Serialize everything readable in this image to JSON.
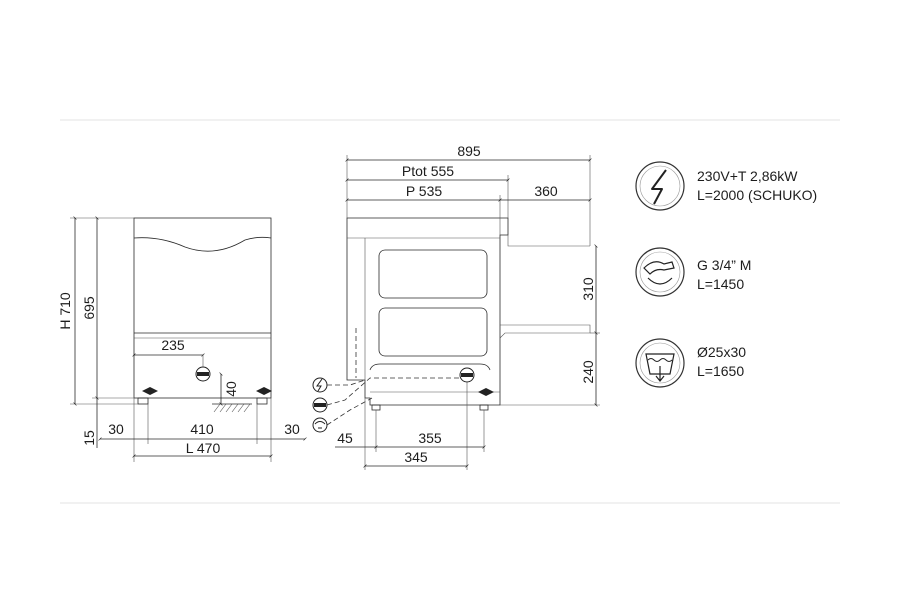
{
  "front_view": {
    "overall_height": "H 710",
    "body_height": "695",
    "foot_height": "15",
    "drain_offset": "235",
    "drain_height": "40",
    "left_margin": "30",
    "inner_width": "410",
    "right_margin": "30",
    "overall_width": "L 470"
  },
  "side_view": {
    "total_depth": "895",
    "total_depth_door": "Ptot 555",
    "depth": "P 535",
    "door_open": "360",
    "door_height": "310",
    "base_height": "240",
    "offset_left": "45",
    "inner_depth": "355",
    "base_depth": "345"
  },
  "connections": [
    {
      "icon": "electric-plug-icon",
      "line1": "230V+T 2,86kW",
      "line2": "L=2000 (SCHUKO)"
    },
    {
      "icon": "water-tap-icon",
      "line1": "G 3/4” M",
      "line2": "L=1450"
    },
    {
      "icon": "drain-icon",
      "line1": "Ø25x30",
      "line2": "L=1650"
    }
  ]
}
